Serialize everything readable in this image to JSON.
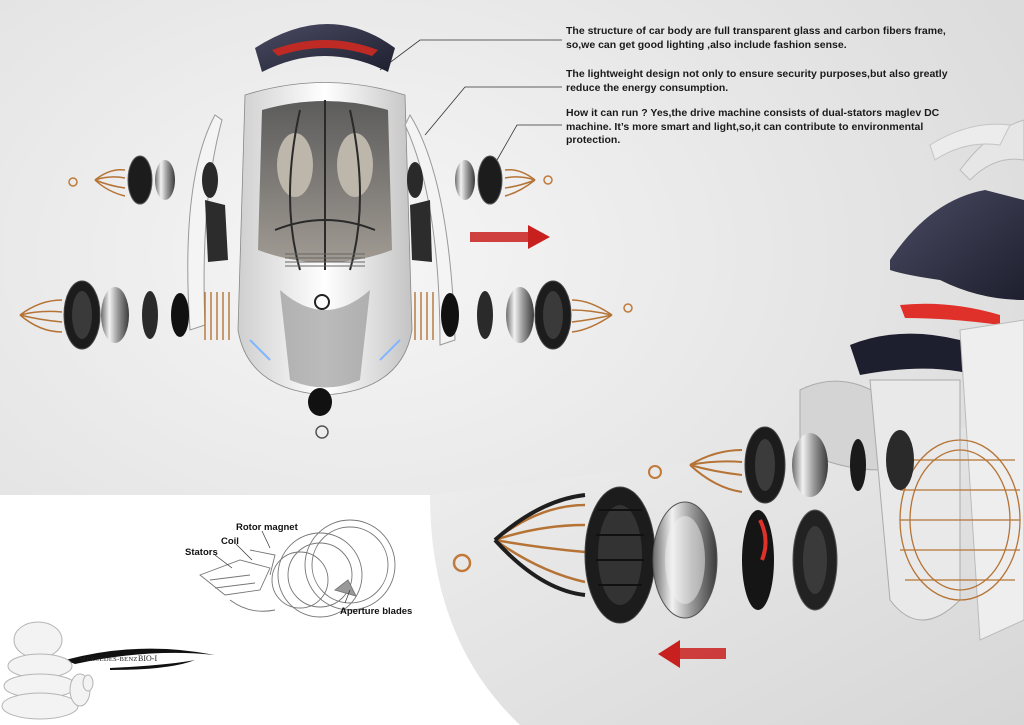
{
  "annotations": [
    "The structure of car body are  full transparent glass and carbon fibers frame, so,we can get good lighting ,also include fashion sense.",
    "The lightweight design not only to ensure security purposes,but also greatly reduce the energy consumption.",
    "How it can run ? Yes,the drive machine consists of  dual-stators maglev DC machine. It’s more smart and light,so,it can contribute to environmental protection."
  ],
  "diagram": {
    "labels": {
      "rotor_magnet": "Rotor magnet",
      "coil": "Coil",
      "stators": "Stators",
      "aperture_blades": "Aperture blades"
    }
  },
  "brand": {
    "maker": "MERCEDES-BENZ",
    "model": "BIO-I"
  },
  "colors": {
    "accent_arrow": "#c8201e",
    "background_top": "#e9e9e9",
    "tire": "#1c1c1c",
    "chrome": "#b8b8b8",
    "copper": "#c07a3a",
    "taillight": "#e0302a"
  },
  "icons": [
    "red-arrow-right-icon",
    "red-arrow-left-icon",
    "michelin-mascot-icon",
    "car-silhouette-logo-icon"
  ]
}
